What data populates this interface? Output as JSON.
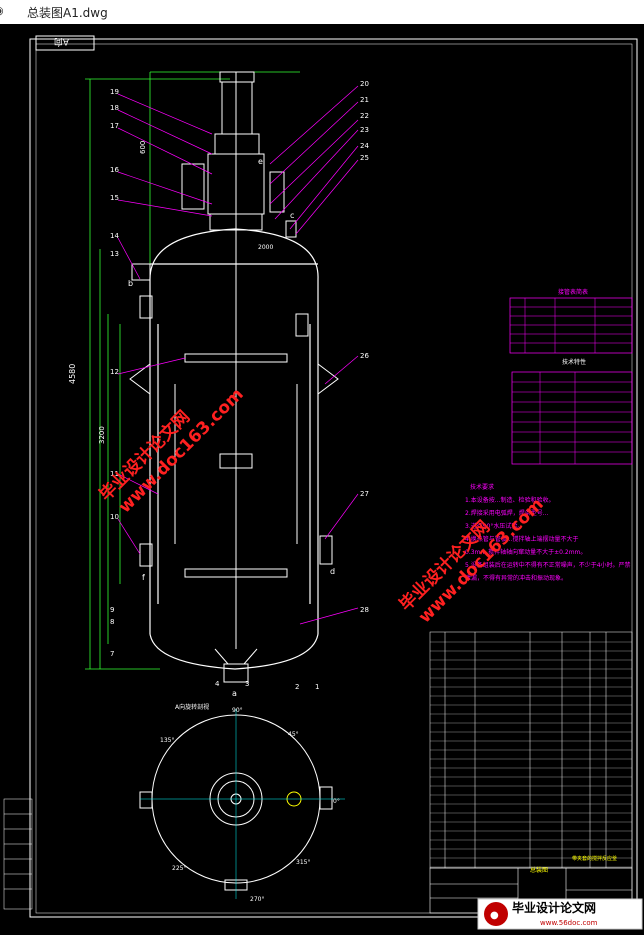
{
  "window": {
    "title": "总装图A1.dwg",
    "icon": "dwg-file-icon"
  },
  "drawing": {
    "view_label": "A向",
    "section_label": "A向旋转剖视",
    "part_numbers_left": [
      "19",
      "18",
      "17",
      "16",
      "15",
      "14",
      "13",
      "12",
      "11",
      "10",
      "9",
      "8",
      "7"
    ],
    "part_numbers_right": [
      "20",
      "21",
      "22",
      "23",
      "24",
      "25",
      "26",
      "27",
      "28"
    ],
    "part_numbers_bottom": [
      "4",
      "3",
      "2",
      "1"
    ],
    "nozzle_letters": [
      "b",
      "c",
      "d",
      "e",
      "f",
      "a"
    ],
    "dims": {
      "d1": "600",
      "d2": "2000",
      "d3": "4580",
      "d4": "3200"
    },
    "angles": [
      "90°",
      "45°",
      "135°",
      "0°",
      "225°",
      "315°",
      "270°"
    ],
    "notes_lines": [
      "技术要求",
      "1.本设备按...制造、检验和验收。",
      "2.焊接采用电弧焊，焊条型号...",
      "3.进行90°水压试验。",
      "4.换热管与管板...搅拌轴上端摆动量不大于",
      "0.3mm,搅拌轴轴向窜动量不大于±0.2mm。",
      "5.设备组装后在运转中不得有不正常噪声，不少于4小时。严禁",
      "泄漏，不得有异常的冲击和振动现象。"
    ],
    "table_titles": {
      "nozzle_table": "接管表简表",
      "spec_table": "技术特性"
    },
    "title_block": {
      "main": "总装图",
      "product": "带夹套的搅拌反应釜"
    }
  },
  "watermarks": [
    {
      "line1": "毕业设计论文网",
      "line2": "www.doc163.com"
    },
    {
      "line1": "毕业设计论文网",
      "line2": "www.doc163.com"
    }
  ],
  "badge": {
    "text": "毕业设计论文网",
    "url": "www.56doc.com"
  },
  "colors": {
    "line": "#ffffff",
    "accent": "#ff00ff",
    "green": "#33ff33",
    "yellow": "#ffff00",
    "cyan": "#00ffff",
    "watermark": "#ff2020"
  }
}
